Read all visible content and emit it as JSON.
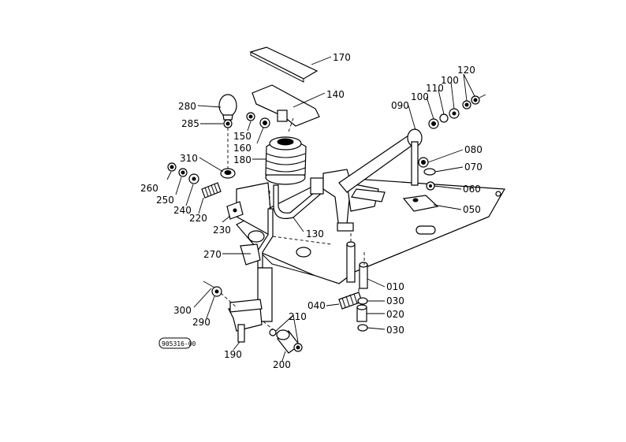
{
  "labels": {
    "p170": "170",
    "p140": "140",
    "p280": "280",
    "p285": "285",
    "p150": "150",
    "p160": "160",
    "p180": "180",
    "p310": "310",
    "p260": "260",
    "p250": "250",
    "p240": "240",
    "p220": "220",
    "p230": "230",
    "p130": "130",
    "p270": "270",
    "p090": "090",
    "p100a": "100",
    "p110": "110",
    "p100b": "100",
    "p120": "120",
    "p080": "080",
    "p070": "070",
    "p060": "060",
    "p050": "050",
    "p010": "010",
    "p040": "040",
    "p030a": "030",
    "p020": "020",
    "p030b": "030",
    "p300": "300",
    "p290": "290",
    "p210": "210",
    "p190": "190",
    "p200": "200"
  },
  "stamp": "905316-00"
}
